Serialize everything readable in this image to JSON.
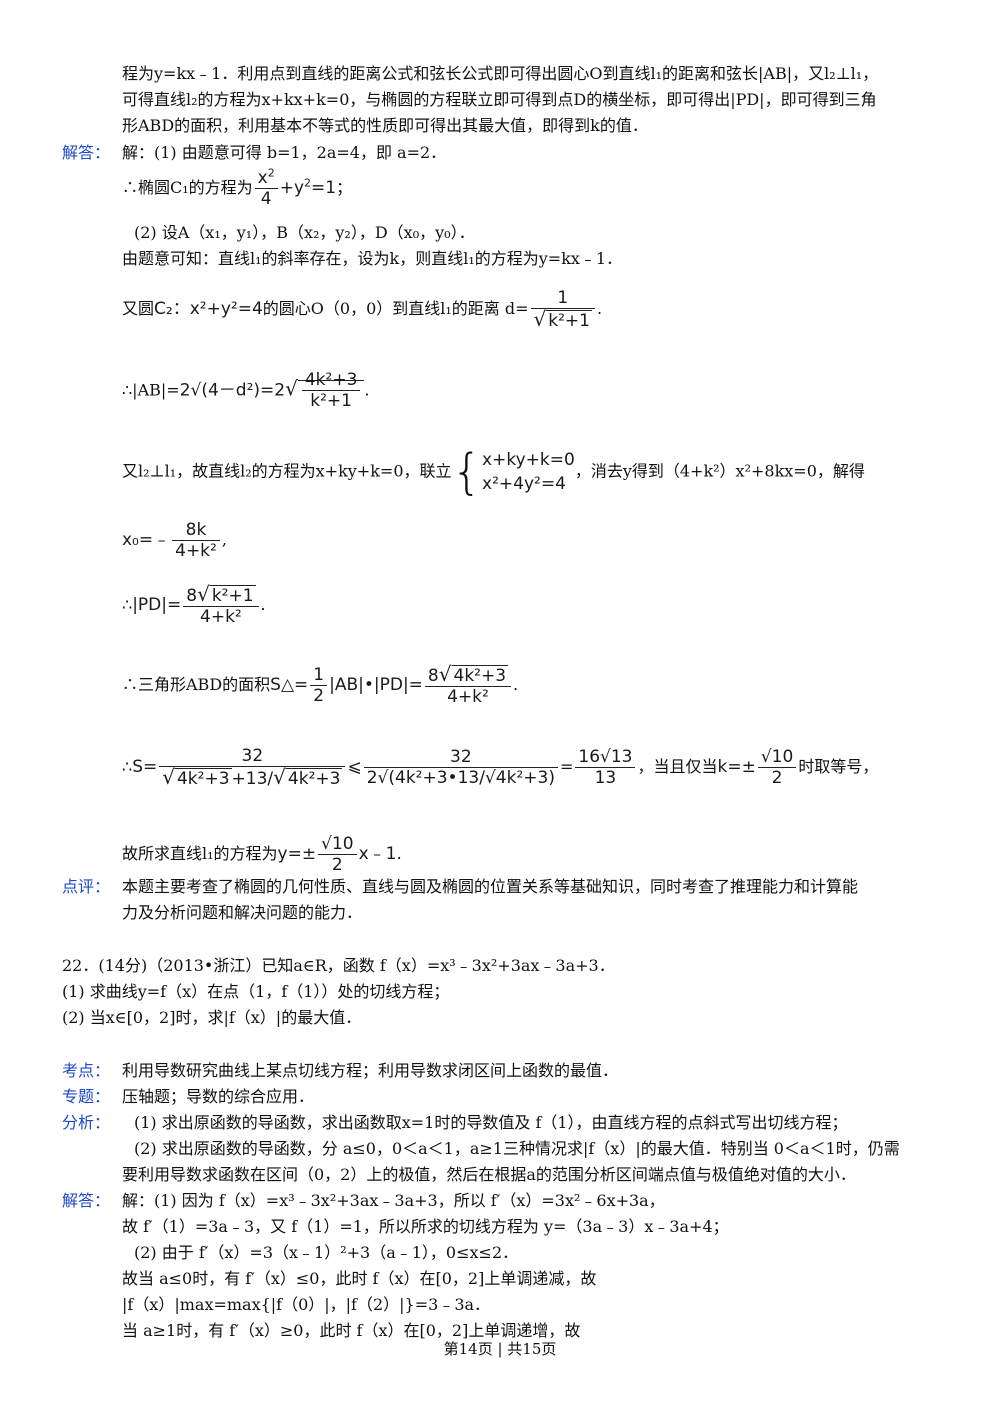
{
  "lines": {
    "l1": "程为y=kx﹣1．利用点到直线的距离公式和弦长公式即可得出圆心O到直线l₁的距离和弦长|AB|，又l₂⊥l₁，",
    "l2": "可得直线l₂的方程为x+kx+k=0，与椭圆的方程联立即可得到点D的横坐标，即可得出|PD|，即可得到三角",
    "l3": "形ABD的面积，利用基本不等式的性质即可得出其最大值，即得到k的值．",
    "l4": "解：(1) 由题意可得 b=1，2a=4，即 a=2．",
    "l5a": "∴椭圆C₁的方程为",
    "l5b": "；",
    "l6": "(2) 设A（x₁，y₁），B（x₂，y₂），D（x₀，y₀）．",
    "l7": "由题意可知：直线l₁的斜率存在，设为k，则直线l₁的方程为y=kx﹣1．",
    "l8a": "又圆",
    "l8b": "的圆心O（0，0）到直线l₁的距离 d=",
    "l9a": "∴|AB|=",
    "l10a": "又l₂⊥l₁，故直线l₂的方程为x+ky+k=0，联立",
    "l10b": "，消去y得到（4+k²）x²+8kx=0，解得",
    "l11": "x₀=﹣",
    "l12a": "∴",
    "l13a": "∴三角形ABD的面积",
    "l14a": "∴",
    "l14b": "，当且仅当",
    "l14c": "时取等号，",
    "l15a": "故所求直线l₁的方程为",
    "p1": "本题主要考查了椭圆的几何性质、直线与圆及椭圆的位置关系等基础知识，同时考查了推理能力和计算能",
    "p2": "力及分析问题和解决问题的能力．",
    "q1": "22．(14分)（2013•浙江）已知a∈R，函数 f（x）=x³﹣3x²+3ax﹣3a+3．",
    "q2": "(1) 求曲线y=f（x）在点（1，f（1））处的切线方程；",
    "q3": "(2) 当x∈[0，2]时，求|f（x）|的最大值．",
    "k1": "利用导数研究曲线上某点切线方程；利用导数求闭区间上函数的最值．",
    "z1": "压轴题；导数的综合应用．",
    "a1": "(1) 求出原函数的导函数，求出函数取x=1时的导数值及 f（1），由直线方程的点斜式写出切线方程；",
    "a2": "(2) 求出原函数的导函数，分 a≤0，0＜a＜1，a≥1三种情况求|f（x）|的最大值．特别当 0＜a＜1时，仍需",
    "a3": "要利用导数求函数在区间（0，2）上的极值，然后在根据a的范围分析区间端点值与极值绝对值的大小．",
    "s1": "解：(1) 因为 f（x）=x³﹣3x²+3ax﹣3a+3，所以 f′（x）=3x²﹣6x+3a，",
    "s2": "故 f′（1）=3a﹣3，又 f（1）=1，所以所求的切线方程为 y=（3a﹣3）x﹣3a+4；",
    "s3": "(2) 由于 f′（x）=3（x﹣1）²+3（a﹣1），0≤x≤2．",
    "s4": "故当 a≤0时，有 f′（x）≤0，此时 f（x）在[0，2]上单调递减，故",
    "s5": "|f（x）|max=max{|f（0）|，|f（2）|}=3﹣3a．",
    "s6": "当 a≥1时，有 f′（x）≥0，此时 f（x）在[0，2]上单调递增，故"
  },
  "tags": {
    "jieda": "解答：",
    "dianping": "点评：",
    "kaodian": "考点：",
    "zhuanti": "专题：",
    "fenxi": "分析：",
    "jieda2": "解答："
  },
  "math": {
    "ellipse_num": "x",
    "ellipse_den": "4",
    "ellipse_tail": "+y",
    "ellipse_eq": "=1",
    "circle": "C₂：x²+y²=4",
    "d_num": "1",
    "d_den": "k²+1",
    "ab_mid": "2√(4－d²)=2",
    "ab_num": "4k²+3",
    "ab_den": "k²+1",
    "sys1": "x+ky+k=0",
    "sys2": "x²+4y²=4",
    "x0_num": "8k",
    "x0_den": "4+k²",
    "pd_lhs": "|PD|=",
    "pd_num_coef": "8",
    "pd_num_arg": "k²+1",
    "pd_den": "4+k²",
    "area_lhs": "S△=",
    "area_half_num": "1",
    "area_half_den": "2",
    "area_mid": "|AB|•|PD|=",
    "area_num_coef": "8",
    "area_num_arg": "4k²+3",
    "area_den": "4+k²",
    "s_lhs": "S=",
    "s_num": "32",
    "s_den_arg": "4k²+3",
    "s_den_plus": "+",
    "s_13": "13",
    "s_le": "⩽",
    "s_2": "2",
    "s_dot": "•",
    "s_res_num": "16√13",
    "s_res_den": "13",
    "k_lhs": "k=±",
    "k_num": "√10",
    "k_den": "2",
    "y_lhs": "y=±",
    "y_num": "√10",
    "y_den": "2",
    "y_tail": "x﹣1."
  },
  "footer": "第14页 | 共15页"
}
